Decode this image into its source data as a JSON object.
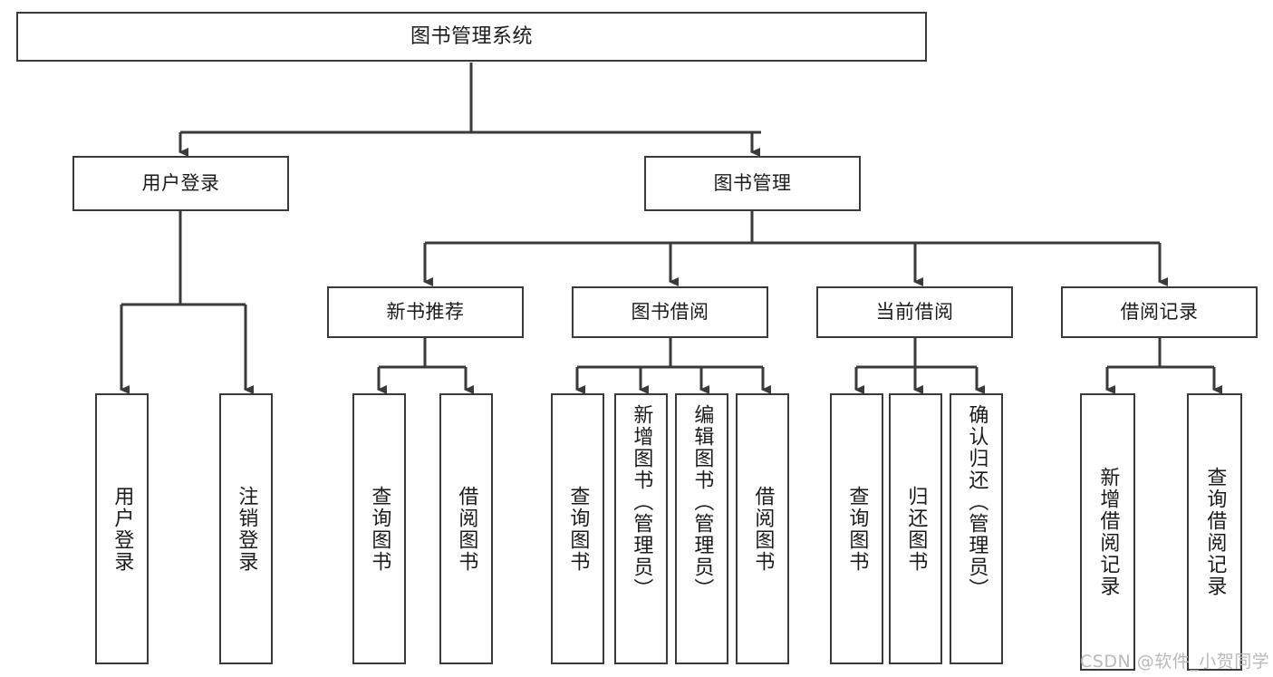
{
  "diagram": {
    "type": "tree",
    "title": "图书管理系统",
    "watermark": "CSDN @软件_小贺同学",
    "colors": {
      "box_border": "#3a3a3a",
      "box_fill": "#ffffff",
      "connector": "#3a3a3a",
      "text": "#1b1b1b",
      "watermark": "#b9b9b9",
      "background": "#ffffff"
    },
    "root": {
      "label": "图书管理系统"
    },
    "level1": [
      {
        "label": "用户登录"
      },
      {
        "label": "图书管理"
      }
    ],
    "level2": [
      {
        "label": "新书推荐"
      },
      {
        "label": "图书借阅"
      },
      {
        "label": "当前借阅"
      },
      {
        "label": "借阅记录"
      }
    ],
    "leaves": {
      "user_login": [
        {
          "label": "用户登录"
        },
        {
          "label": "注销登录"
        }
      ],
      "new_book_recommend": [
        {
          "label": "查询图书"
        },
        {
          "label": "借阅图书"
        }
      ],
      "book_borrow": [
        {
          "label": "查询图书"
        },
        {
          "label": "新增图书（管理员）"
        },
        {
          "label": "编辑图书（管理员）"
        },
        {
          "label": "借阅图书"
        }
      ],
      "current_borrow": [
        {
          "label": "查询图书"
        },
        {
          "label": "归还图书"
        },
        {
          "label": "确认归还（管理员）"
        }
      ],
      "borrow_record": [
        {
          "label": "新增借阅记录"
        },
        {
          "label": "查询借阅记录"
        }
      ]
    }
  }
}
